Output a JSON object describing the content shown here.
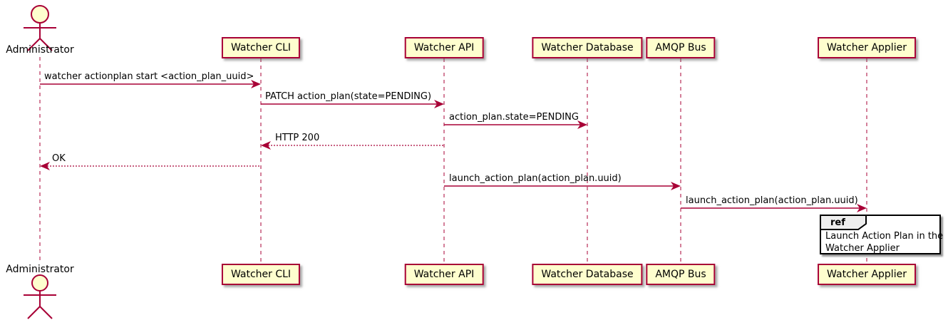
{
  "diagram": {
    "type": "uml-sequence",
    "actor": {
      "name": "Administrator"
    },
    "participants": [
      {
        "name": "Watcher CLI"
      },
      {
        "name": "Watcher API"
      },
      {
        "name": "Watcher Database"
      },
      {
        "name": "AMQP Bus"
      },
      {
        "name": "Watcher Applier"
      }
    ],
    "messages": [
      {
        "from": "Administrator",
        "to": "Watcher CLI",
        "label": "watcher actionplan start <action_plan_uuid>",
        "line": "solid"
      },
      {
        "from": "Watcher CLI",
        "to": "Watcher API",
        "label": "PATCH action_plan(state=PENDING)",
        "line": "solid"
      },
      {
        "from": "Watcher API",
        "to": "Watcher Database",
        "label": "action_plan.state=PENDING",
        "line": "solid"
      },
      {
        "from": "Watcher API",
        "to": "Watcher CLI",
        "label": "HTTP 200",
        "line": "dashed"
      },
      {
        "from": "Watcher CLI",
        "to": "Administrator",
        "label": "OK",
        "line": "dashed"
      },
      {
        "from": "Watcher API",
        "to": "AMQP Bus",
        "label": "launch_action_plan(action_plan.uuid)",
        "line": "solid"
      },
      {
        "from": "AMQP Bus",
        "to": "Watcher Applier",
        "label": "launch_action_plan(action_plan.uuid)",
        "line": "solid"
      }
    ],
    "ref": {
      "keyword": "ref",
      "lines": [
        "Launch Action Plan in the",
        "Watcher Applier"
      ]
    },
    "colors": {
      "box_fill": "#FEFECE",
      "box_border": "#A80036",
      "line_color": "#A80036",
      "ref_header_fill": "#EEEEEE",
      "ref_border": "#000000",
      "text_color": "#000000",
      "background": "#FFFFFF"
    }
  }
}
